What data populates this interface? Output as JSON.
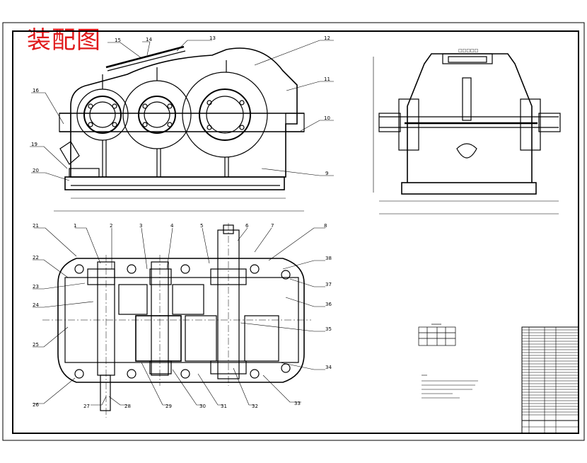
{
  "drawing": {
    "title": "装配图",
    "title_color": "#e0181a",
    "line_color": "#000000",
    "side_view_label": "□□□□□",
    "top_view": {
      "left_callouts": [
        "16",
        "19",
        "20"
      ],
      "top_callouts": [
        "15",
        "14",
        "13"
      ],
      "right_callouts": [
        "12",
        "11",
        "10",
        "9"
      ]
    },
    "plan_view": {
      "top_callouts": [
        "21",
        "1",
        "2",
        "3",
        "4",
        "5",
        "6",
        "7",
        "8"
      ],
      "left_callouts": [
        "22",
        "23",
        "24",
        "25"
      ],
      "right_callouts": [
        "38",
        "37",
        "36",
        "35",
        "34"
      ],
      "bottom_callouts": [
        "26",
        "27",
        "28",
        "29",
        "30",
        "31",
        "32",
        "33"
      ]
    }
  }
}
